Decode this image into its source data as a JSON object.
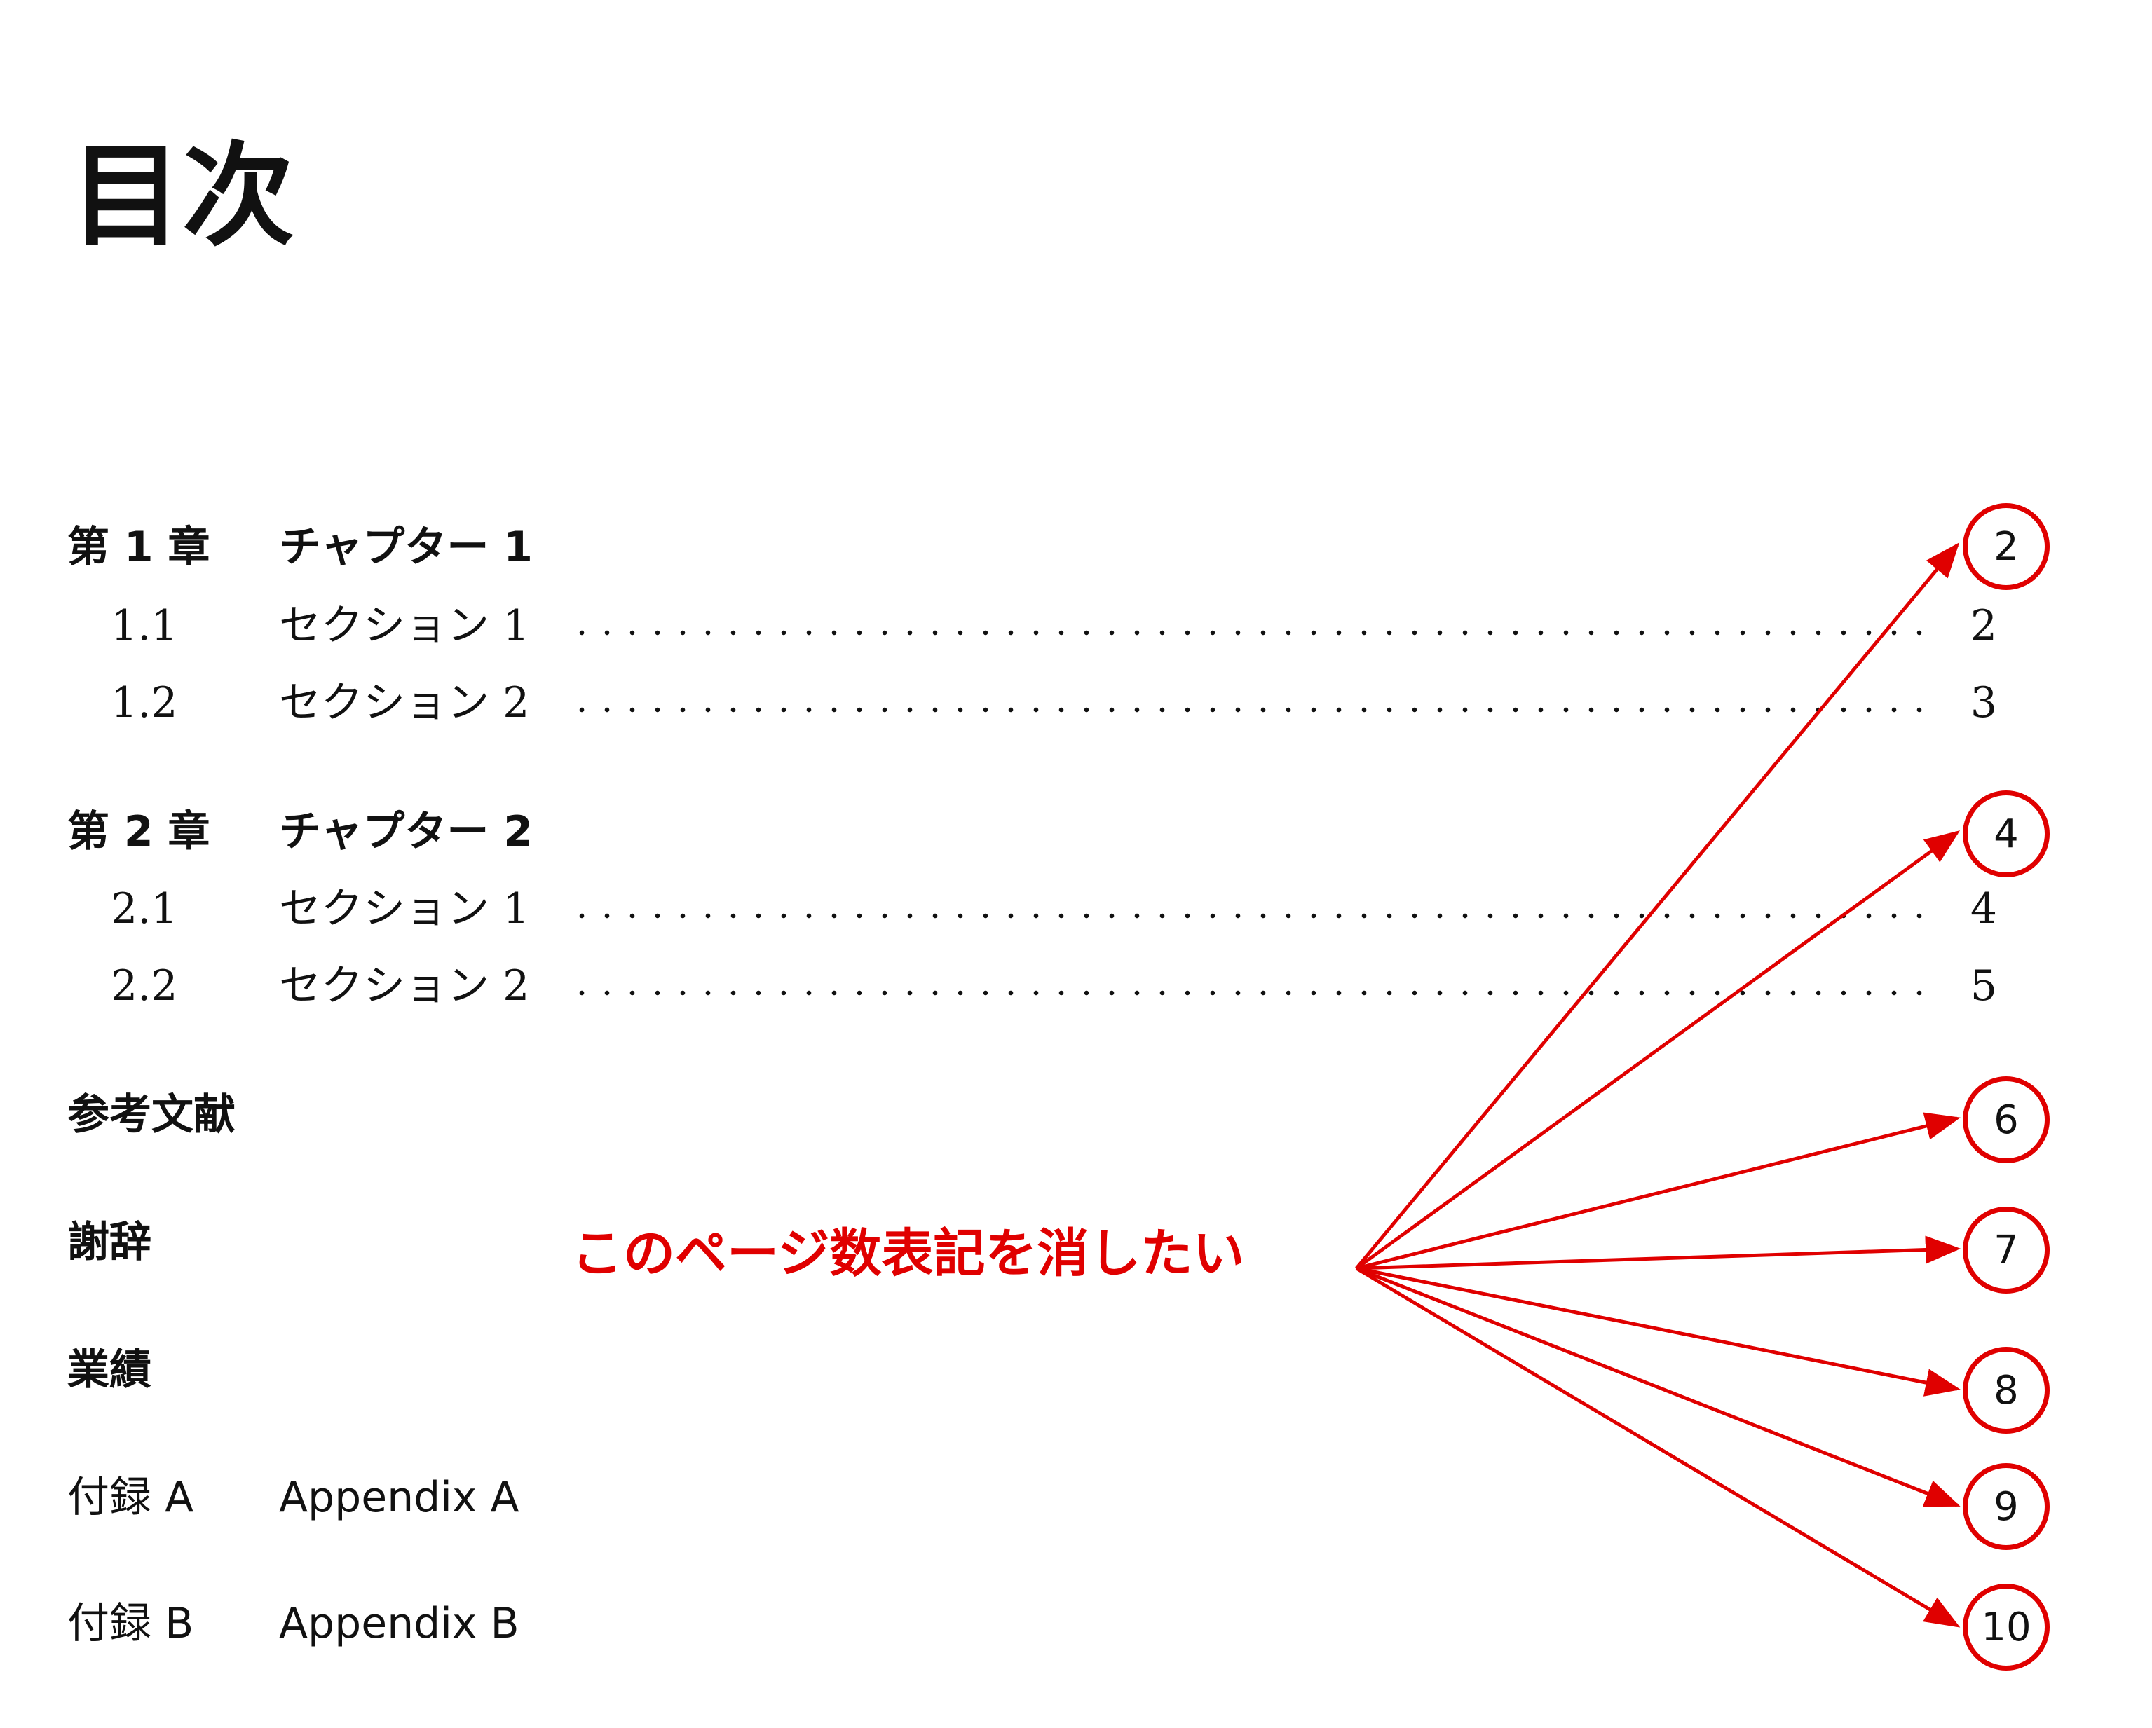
{
  "toc": {
    "title": "目次",
    "entries": [
      {
        "kind": "chapter",
        "number": "第 1 章",
        "label": "チャプター 1",
        "page": ""
      },
      {
        "kind": "section",
        "number": "1.1",
        "label": "セクション 1",
        "page": "2"
      },
      {
        "kind": "section",
        "number": "1.2",
        "label": "セクション 2",
        "page": "3"
      },
      {
        "kind": "chapter",
        "number": "第 2 章",
        "label": "チャプター 2",
        "page": ""
      },
      {
        "kind": "section",
        "number": "2.1",
        "label": "セクション 1",
        "page": "4"
      },
      {
        "kind": "section",
        "number": "2.2",
        "label": "セクション 2",
        "page": "5"
      },
      {
        "kind": "chapter",
        "number": "参考文献",
        "label": "",
        "page": ""
      },
      {
        "kind": "chapter",
        "number": "謝辞",
        "label": "",
        "page": ""
      },
      {
        "kind": "chapter",
        "number": "業績",
        "label": "",
        "page": ""
      },
      {
        "kind": "chapter",
        "number": "付録 A",
        "label": "Appendix A",
        "page": ""
      },
      {
        "kind": "chapter",
        "number": "付録 B",
        "label": "Appendix B",
        "page": ""
      }
    ]
  },
  "annotation": {
    "text": "このページ数表記を消したい",
    "color": "#e00000",
    "circled_pages": [
      "2",
      "4",
      "6",
      "7",
      "8",
      "9",
      "10"
    ]
  }
}
